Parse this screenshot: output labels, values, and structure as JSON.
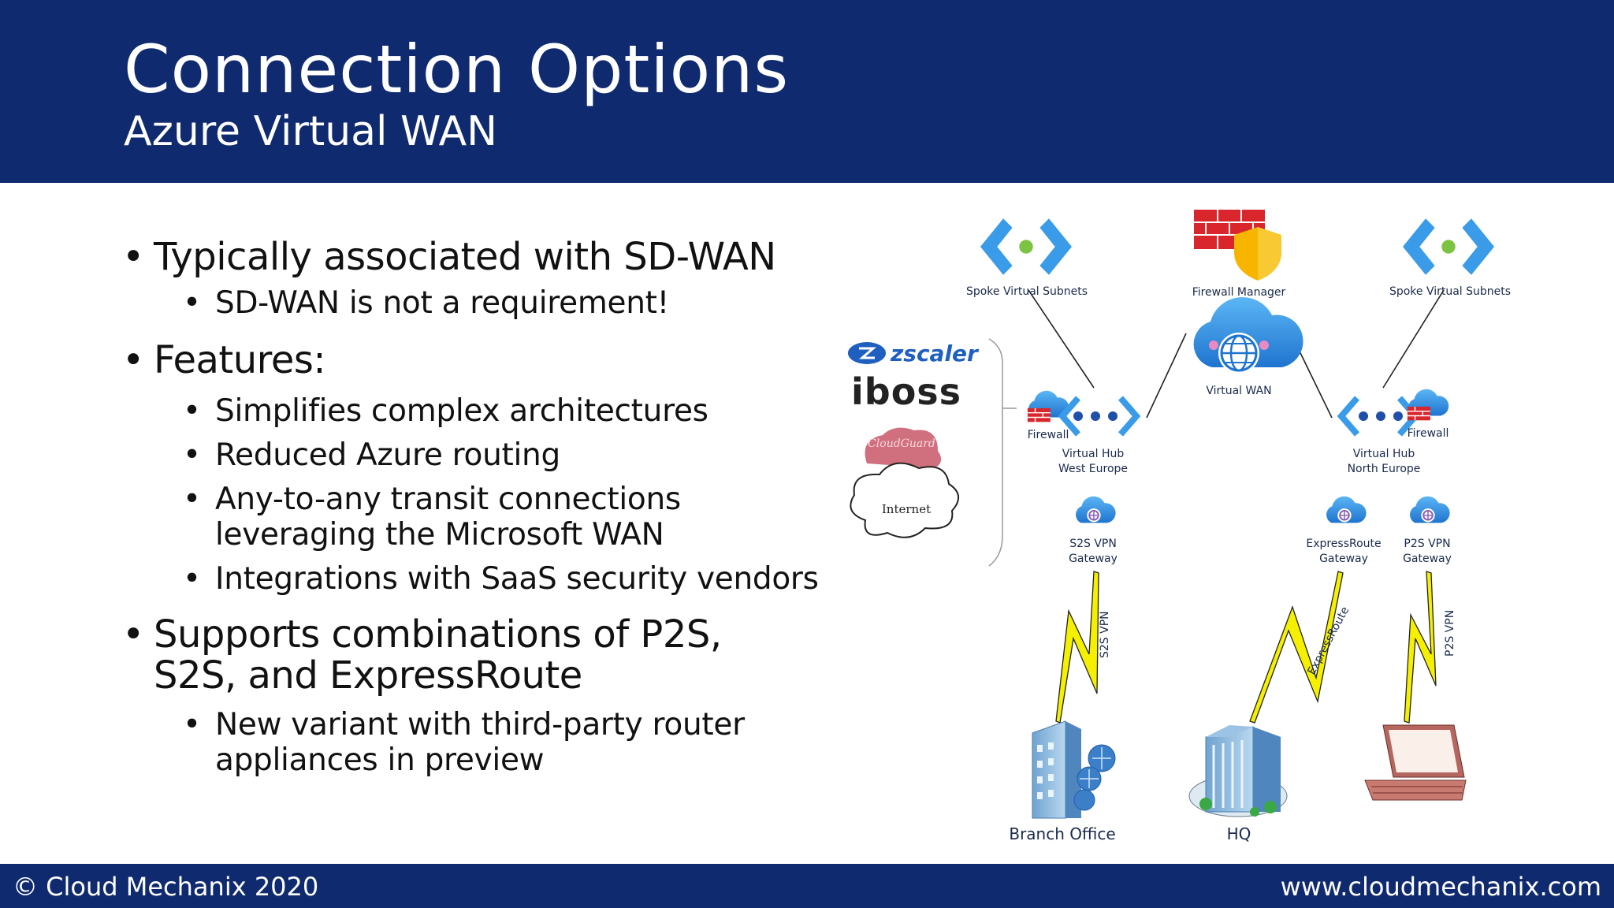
{
  "slide": {
    "title": "Connection Options",
    "subtitle": "Azure Virtual WAN"
  },
  "bullets": [
    {
      "level": 1,
      "text": "Typically associated with SD-WAN"
    },
    {
      "level": 2,
      "text": "SD-WAN is not a requirement!"
    },
    {
      "level": 1,
      "text": "Features:"
    },
    {
      "level": 2,
      "text": "Simplifies complex architectures"
    },
    {
      "level": 2,
      "text": "Reduced Azure routing"
    },
    {
      "level": 2,
      "text": "Any-to-any transit connections leveraging the Microsoft WAN"
    },
    {
      "level": 2,
      "text": "Integrations with SaaS security vendors"
    },
    {
      "level": 1,
      "text": "Supports combinations of P2S, S2S, and ExpressRoute"
    },
    {
      "level": 2,
      "text": "New variant with third-party router appliances in preview"
    }
  ],
  "diagram": {
    "spoke_left": "Spoke Virtual Subnets",
    "spoke_right": "Spoke Virtual Subnets",
    "firewall_manager": "Firewall Manager",
    "virtual_wan": "Virtual WAN",
    "firewall_left": "Firewall",
    "firewall_right": "Firewall",
    "hub_west_line1": "Virtual Hub",
    "hub_west_line2": "West Europe",
    "hub_north_line1": "Virtual Hub",
    "hub_north_line2": "North Europe",
    "s2s_gw_line1": "S2S VPN",
    "s2s_gw_line2": "Gateway",
    "er_gw_line1": "ExpressRoute",
    "er_gw_line2": "Gateway",
    "p2s_gw_line1": "P2S VPN",
    "p2s_gw_line2": "Gateway",
    "link_s2s": "S2S VPN",
    "link_er": "ExpressRoute",
    "link_p2s": "P2S VPN",
    "branch_office": "Branch Office",
    "hq": "HQ",
    "vendor_zscaler": "zscaler",
    "vendor_iboss": "iboss",
    "vendor_cloudguard": "CloudGuard",
    "vendor_internet": "Internet"
  },
  "colors": {
    "header_bg": "#0f2a6e",
    "footer_bg": "#0f2a6e",
    "azure_blue": "#2f8fe0",
    "firewall_red": "#d8262c",
    "lightning_yellow": "#f5f000",
    "zscaler_blue": "#1f5fbf"
  },
  "footer": {
    "left": "© Cloud Mechanix 2020",
    "right": "www.cloudmechanix.com"
  }
}
